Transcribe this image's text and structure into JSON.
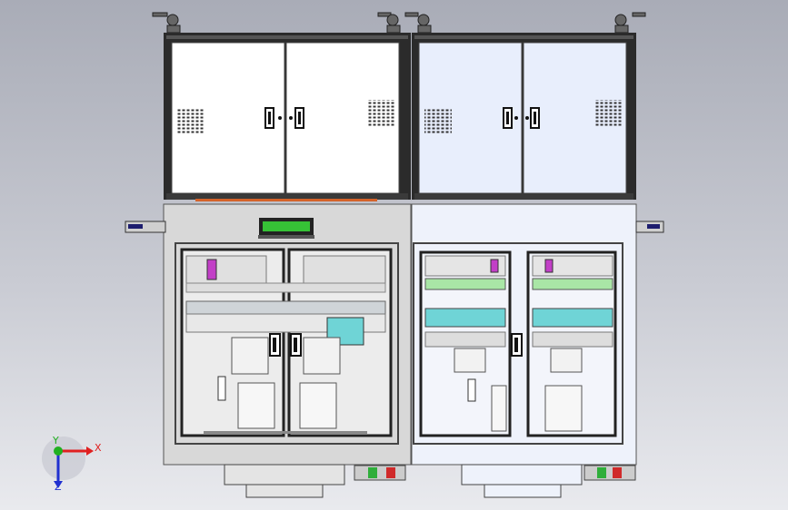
{
  "viewport": {
    "background_top": "#a9acb7",
    "background_bottom": "#e9eaee"
  },
  "triad": {
    "x_label": "X",
    "y_label": "Y",
    "z_label": "Z",
    "x_color": "#e02020",
    "y_color": "#20b020",
    "z_color": "#2030d0"
  },
  "machine_left": {
    "body_color": "#d8d8d8",
    "door_color": "#ffffff",
    "hmi_screen_color": "#36c236"
  },
  "machine_right": {
    "body_color": "#eef2fb",
    "door_color": "#e8eefc"
  },
  "icons": {
    "caster": "caster-wheel-icon",
    "handle": "door-handle-icon",
    "indicator_green": "#2fae3a",
    "indicator_red": "#d02a2a",
    "cyan_rail": "#6fd4d6",
    "green_rail": "#a9e6a6",
    "magenta_part": "#c23fc7",
    "orange_strip": "#d4632a"
  }
}
